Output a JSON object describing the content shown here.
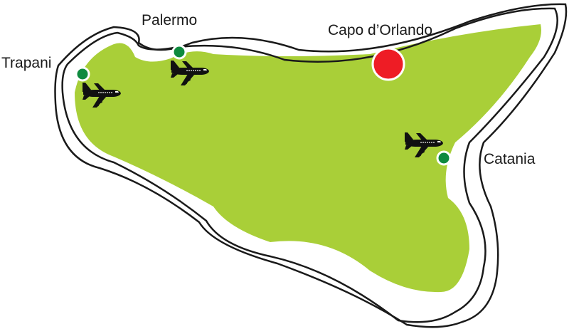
{
  "map": {
    "colors": {
      "land": "#a9cf38",
      "outline": "#1a1a1a",
      "airport_dot": "#0e8a3e",
      "destination_dot": "#ee1c25",
      "plane": "#111111",
      "label": "#1a1a1a"
    },
    "cities": [
      {
        "name": "Trapani",
        "marker": "airport",
        "icon": "airplane-icon"
      },
      {
        "name": "Palermo",
        "marker": "airport",
        "icon": "airplane-icon"
      },
      {
        "name": "Capo d’Orlando",
        "marker": "destination"
      },
      {
        "name": "Catania",
        "marker": "airport",
        "icon": "airplane-icon"
      }
    ]
  }
}
